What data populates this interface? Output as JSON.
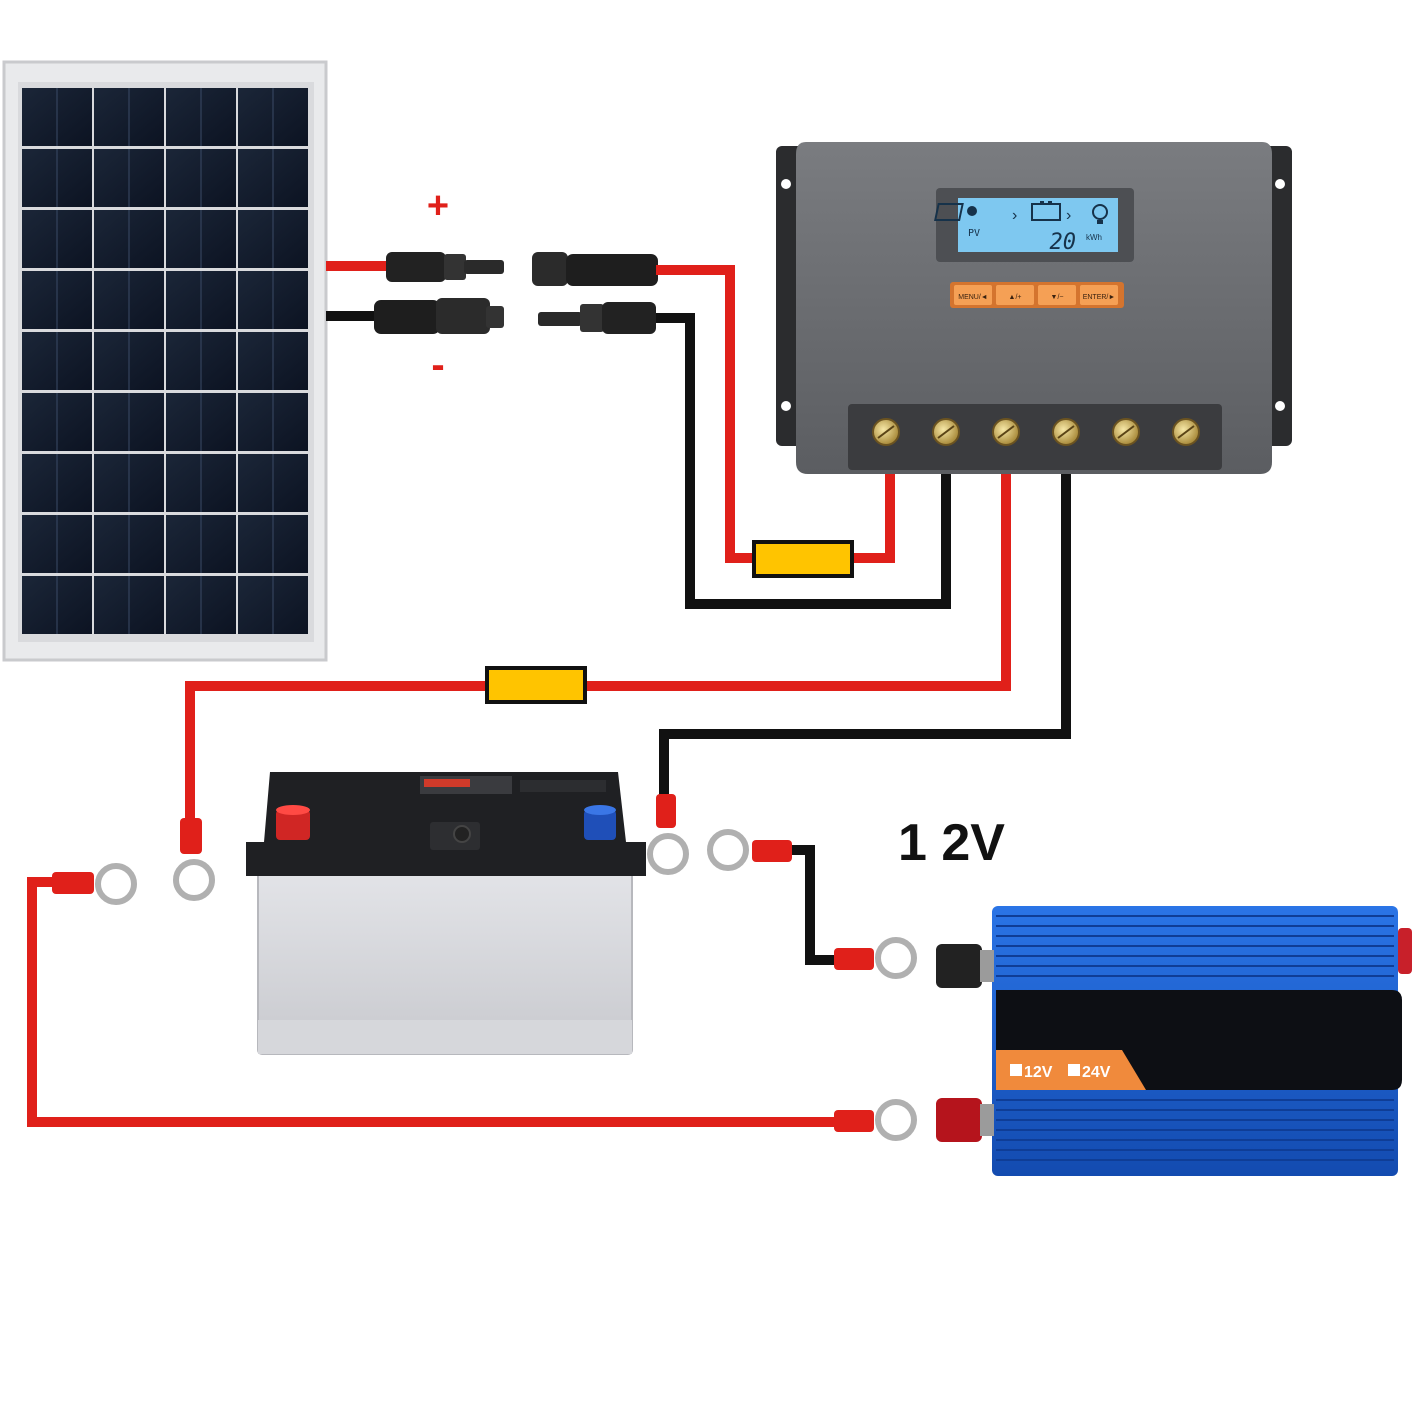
{
  "labels": {
    "plus_sign": "+",
    "minus_sign": "-",
    "voltage_label": "1 2V"
  },
  "controller": {
    "lcd_pv": "PV",
    "lcd_value": "20",
    "lcd_unit": "kWh",
    "buttons": [
      {
        "label": "MENU/◄"
      },
      {
        "label": "▲/+"
      },
      {
        "label": "▼/−"
      },
      {
        "label": "ENTER/►"
      }
    ]
  },
  "inverter": {
    "badge_12v": "12V",
    "badge_24v": "24V"
  },
  "colors": {
    "positive_wire": "#e0201a",
    "negative_wire": "#111111",
    "fuse": "#ffc400",
    "controller_body": "#6b6d70",
    "lcd": "#7ec8f0",
    "inverter_body": "#1c5fd4",
    "button_orange": "#f08a3c"
  }
}
